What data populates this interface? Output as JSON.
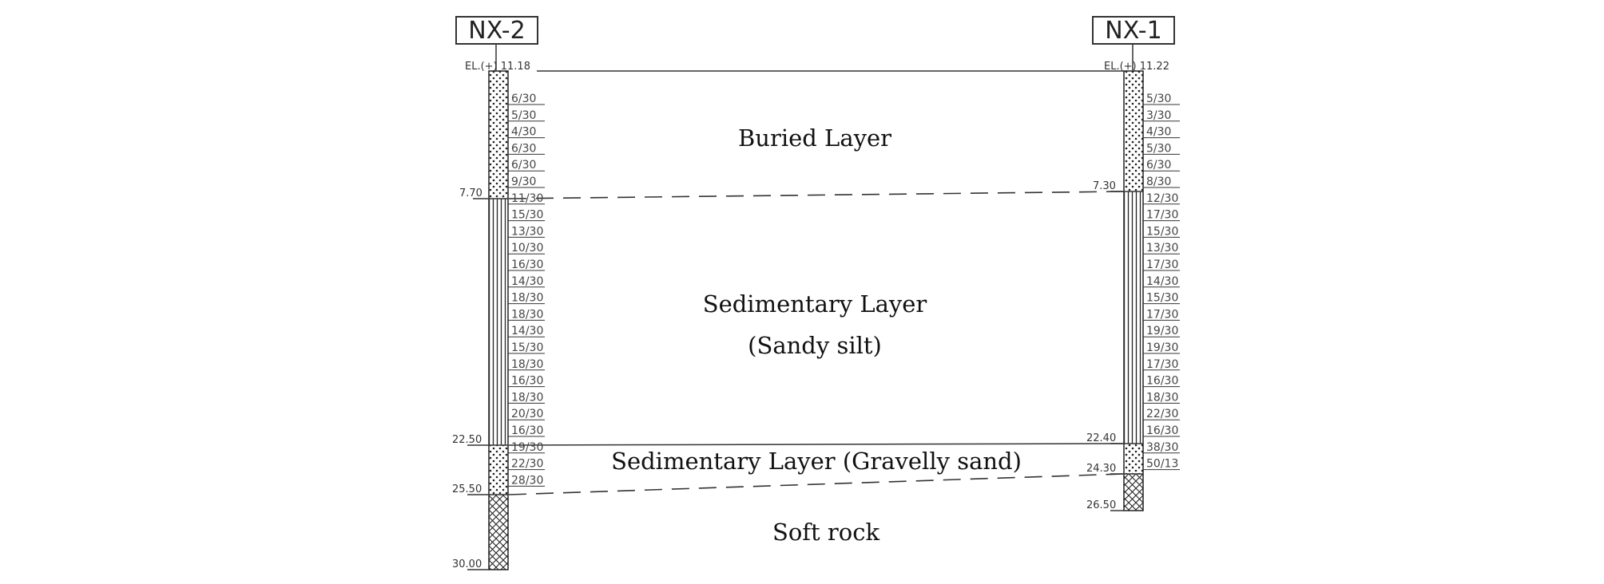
{
  "boreholes": {
    "left": {
      "name": "NX-2",
      "elevation": "EL.(+) 11.18",
      "depths": [
        "7.70",
        "22.50",
        "25.50",
        "30.00"
      ],
      "n_values": [
        "6/30",
        "5/30",
        "4/30",
        "6/30",
        "6/30",
        "9/30",
        "11/30",
        "15/30",
        "13/30",
        "10/30",
        "16/30",
        "14/30",
        "18/30",
        "18/30",
        "14/30",
        "15/30",
        "18/30",
        "16/30",
        "18/30",
        "20/30",
        "16/30",
        "19/30",
        "22/30",
        "28/30"
      ]
    },
    "right": {
      "name": "NX-1",
      "elevation": "EL.(+) 11.22",
      "depths": [
        "7.30",
        "22.40",
        "24.30",
        "26.50"
      ],
      "n_values": [
        "5/30",
        "3/30",
        "4/30",
        "5/30",
        "6/30",
        "8/30",
        "12/30",
        "17/30",
        "15/30",
        "13/30",
        "17/30",
        "14/30",
        "15/30",
        "17/30",
        "19/30",
        "19/30",
        "17/30",
        "16/30",
        "18/30",
        "22/30",
        "16/30",
        "38/30",
        "50/13"
      ]
    }
  },
  "layers": {
    "buried": "Buried Layer",
    "sedimentary_silt_1": "Sedimentary Layer",
    "sedimentary_silt_2": "(Sandy silt)",
    "sedimentary_sand": "Sedimentary Layer (Gravelly sand)",
    "soft_rock": "Soft rock"
  },
  "colors": {
    "line": "#333333",
    "background": "#ffffff"
  }
}
